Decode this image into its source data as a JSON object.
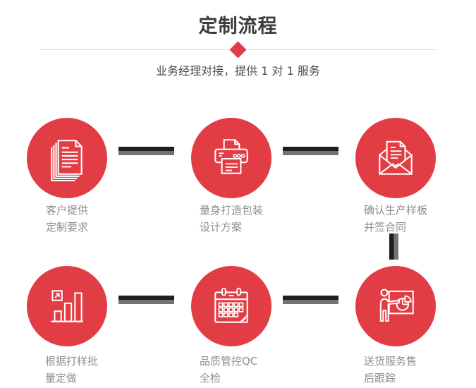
{
  "page": {
    "title": "定制流程",
    "subtitle": "业务经理对接，提供 1 对 1 服务"
  },
  "colors": {
    "accent_red": "#e23c44",
    "connector_dark": "#1e1e1e",
    "connector_gray": "#737373",
    "title_text": "#3d3d3d",
    "subtitle_text": "#4a4a4a",
    "label_text": "#8e8e8e",
    "divider_line": "#dcdcdc",
    "icon_stroke": "#ffffff"
  },
  "steps": [
    {
      "icon": "documents-icon",
      "label_line1": "客户提供",
      "label_line2": "定制要求"
    },
    {
      "icon": "printer-icon",
      "label_line1": "量身打造包装",
      "label_line2": "设计方案"
    },
    {
      "icon": "envelope-icon",
      "label_line1": "确认生产样板",
      "label_line2": "并签合同"
    },
    {
      "icon": "bar-chart-icon",
      "label_line1": "根据打样批",
      "label_line2": "量定做"
    },
    {
      "icon": "calendar-icon",
      "label_line1": "品质管控QC",
      "label_line2": "全检"
    },
    {
      "icon": "presentation-icon",
      "label_line1": "送货服务售",
      "label_line2": "后跟踪"
    }
  ]
}
